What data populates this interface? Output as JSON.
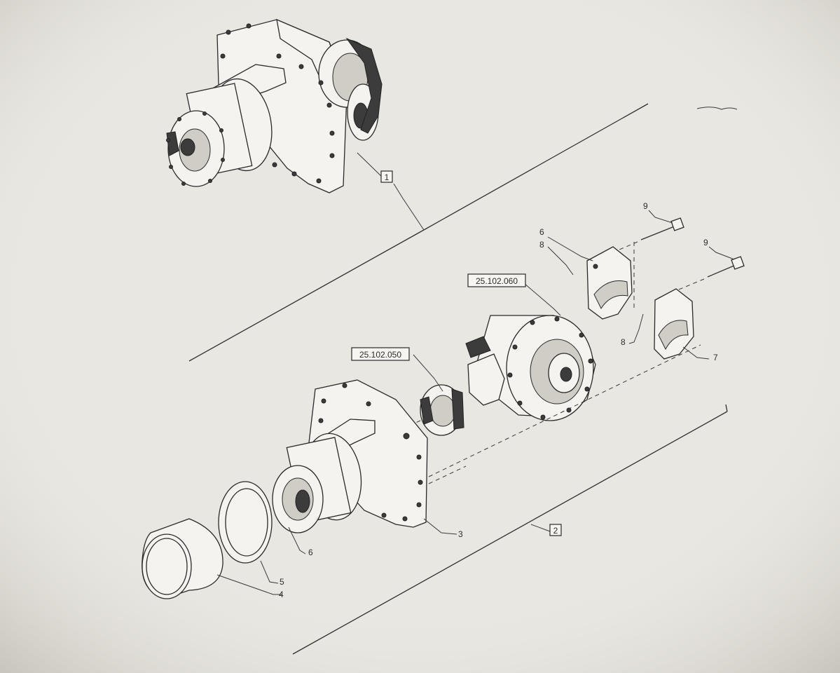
{
  "labels": {
    "ref_1": "1",
    "ref_2": "2",
    "ref_25_102_060": "25.102.060",
    "ref_25_102_050": "25.102.050",
    "item_9a": "9",
    "item_9b": "9",
    "item_6a": "6",
    "item_8a": "8",
    "item_8b": "8",
    "item_7": "7",
    "item_3": "3",
    "item_6b": "6",
    "item_5": "5",
    "item_4": "4"
  },
  "icons": [
    "assembled-axle-housing-icon",
    "bearing-cap-icon",
    "bolt-icon",
    "planetary-hub-icon",
    "differential-icon",
    "axle-housing-icon",
    "seal-ring-icon",
    "bushing-icon"
  ]
}
